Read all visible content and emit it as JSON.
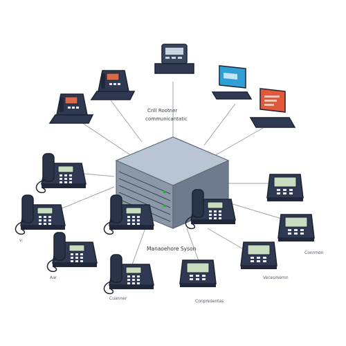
{
  "labels": {
    "top_line1": "Crill Rootner",
    "top_line2": "communicantatic",
    "center": "Manaoehore Syson",
    "left_small": "v:",
    "bottom_left_a": "Aar",
    "bottom_left_b": "Cuanner",
    "bottom_center": "Conpresentas",
    "bottom_right_a": "Vecesmemn",
    "right_edge": "Conrmon"
  },
  "colors": {
    "background": "#ffffff",
    "phone_body": "#2f3a52",
    "phone_dark": "#1f2738",
    "phone_screen": "#c8dcc0",
    "server_top": "#b9c5d2",
    "server_front": "#8a98a8",
    "server_side": "#5c6878",
    "monitor_blue": "#2f9fd6",
    "monitor_red": "#e2583a",
    "line": "#9aa3ad"
  },
  "icons": [
    "server-icon",
    "desk-phone-icon",
    "monitor-icon",
    "laptop-icon",
    "ip-phone-icon"
  ]
}
